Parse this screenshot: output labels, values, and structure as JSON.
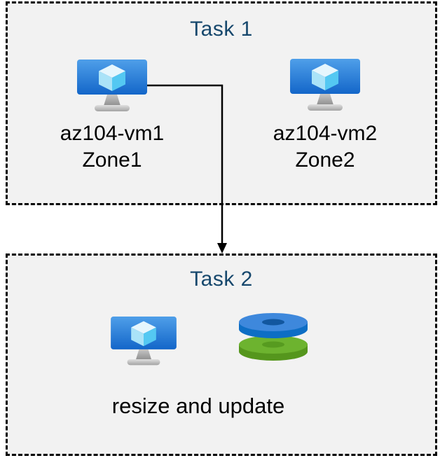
{
  "diagram": {
    "background": "#ffffff",
    "panel_background": "#f2f2f2",
    "panel_border_color": "#000000",
    "title_color": "#17486d",
    "label_color": "#000000",
    "arrow_color": "#000000"
  },
  "task1": {
    "title": "Task 1",
    "vms": [
      {
        "name": "az104-vm1",
        "zone": "Zone1"
      },
      {
        "name": "az104-vm2",
        "zone": "Zone2"
      }
    ]
  },
  "task2": {
    "title": "Task 2",
    "caption": "resize and update",
    "icons": [
      "virtual-machine-icon",
      "managed-disks-icon"
    ]
  },
  "icon_colors": {
    "vm_screen_top": "#4f9fe9",
    "vm_screen_bottom": "#1366c9",
    "cube_top": "#e6f6fd",
    "cube_left": "#aae3f8",
    "cube_right": "#54c8f2",
    "stand_top": "#c6c6c6",
    "stand_bottom": "#999999",
    "disk_blue_top": "#3e88dc",
    "disk_blue_rim": "#0d6ec5",
    "disk_blue_hole": "#12579f",
    "disk_green_top": "#6db32f",
    "disk_green_rim": "#55961d",
    "disk_green_hole": "#579b20"
  }
}
